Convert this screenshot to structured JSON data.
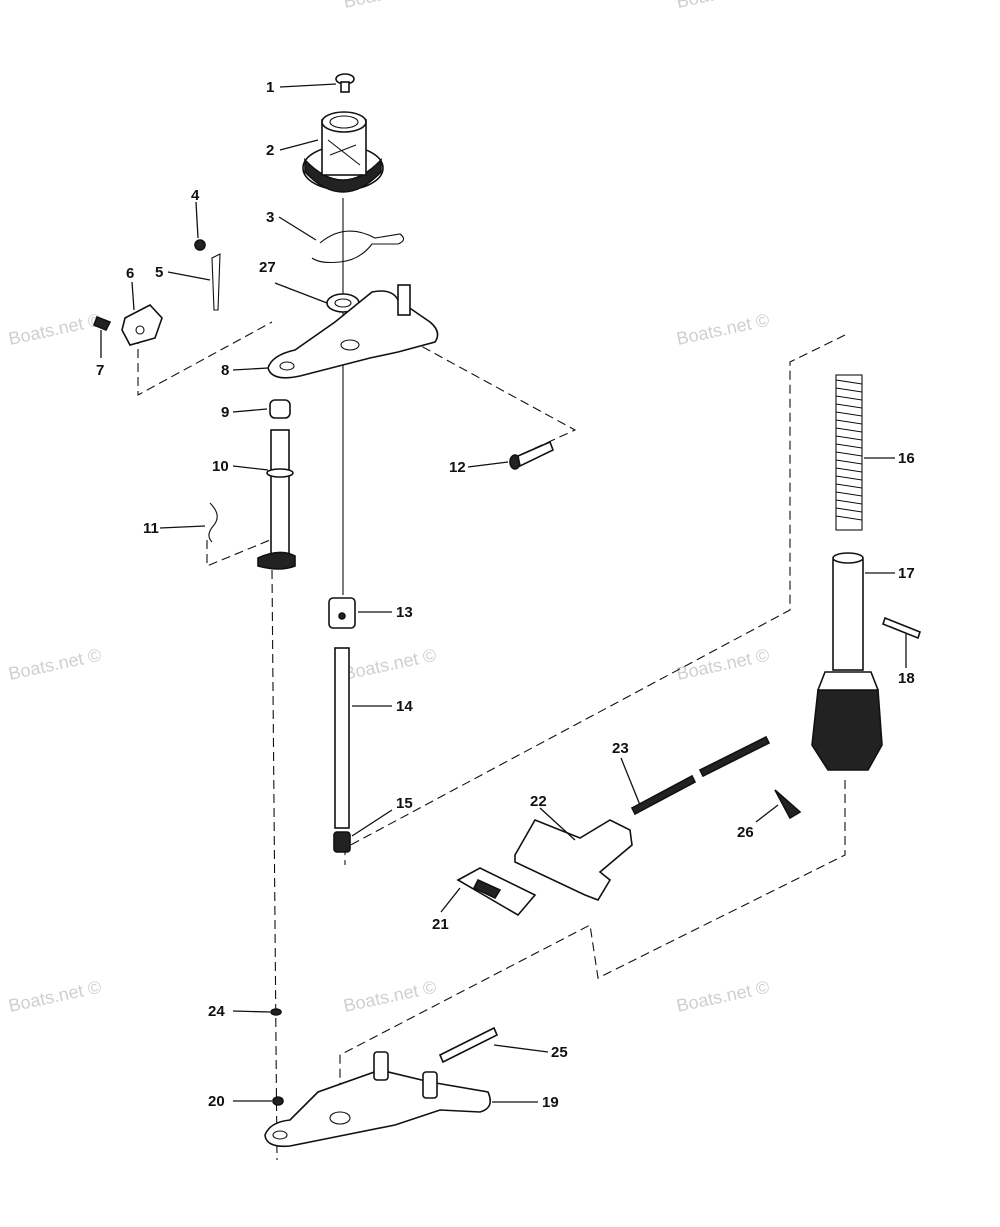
{
  "watermark": "Boats.net ©",
  "callouts": {
    "c1": "1",
    "c2": "2",
    "c3": "3",
    "c4": "4",
    "c5": "5",
    "c6": "6",
    "c7": "7",
    "c8": "8",
    "c9": "9",
    "c10": "10",
    "c11": "11",
    "c12": "12",
    "c13": "13",
    "c14": "14",
    "c15": "15",
    "c16": "16",
    "c17": "17",
    "c18": "18",
    "c19": "19",
    "c20": "20",
    "c21": "21",
    "c22": "22",
    "c23": "23",
    "c24": "24",
    "c25": "25",
    "c26": "26",
    "c27": "27"
  }
}
